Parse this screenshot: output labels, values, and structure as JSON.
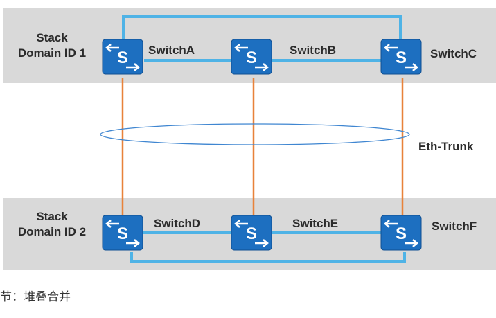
{
  "colors": {
    "domain_bg": "#d9d9d9",
    "stack_cable": "#4fb3e6",
    "trunk_link": "#e8823a",
    "switch_body": "#1d6fc0",
    "ellipse_stroke": "#3f86d1"
  },
  "icon": "switch-icon",
  "stack_domain_1": {
    "label_line1": "Stack",
    "label_line2": "Domain ID 1",
    "switches": [
      "SwitchA",
      "SwitchB",
      "SwitchC"
    ]
  },
  "stack_domain_2": {
    "label_line1": "Stack",
    "label_line2": "Domain ID 2",
    "switches": [
      "SwitchD",
      "SwitchE",
      "SwitchF"
    ]
  },
  "eth_trunk_label": "Eth-Trunk",
  "caption": "节：堆叠合并"
}
